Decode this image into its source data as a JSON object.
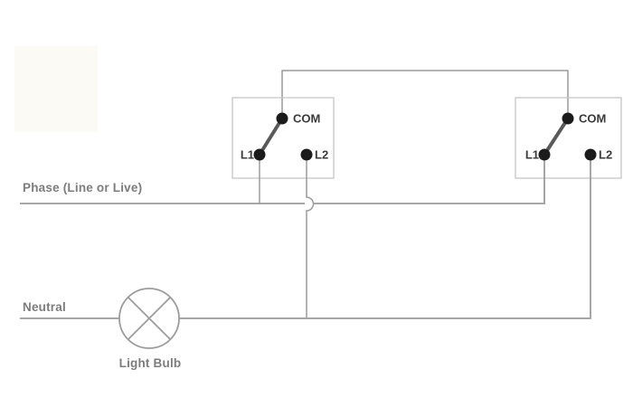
{
  "labels": {
    "phase_line": "Phase (Line or Live)",
    "neutral_line": "Neutral",
    "light_bulb": "Light Bulb"
  },
  "switch1": {
    "com_label": "COM",
    "l1_label": "L1",
    "l2_label": "L2"
  },
  "switch2": {
    "com_label": "COM",
    "l1_label": "L1",
    "l2_label": "L2"
  },
  "colors": {
    "background": "#ffffff",
    "panel": "#fcfaf4",
    "wire": "#9c9c9c",
    "box-border": "#c6c6c6",
    "terminal": "#1b1b1b",
    "lever": "#595959",
    "label-dark": "#3a3a3a",
    "label-gray": "#7d7d7d"
  }
}
